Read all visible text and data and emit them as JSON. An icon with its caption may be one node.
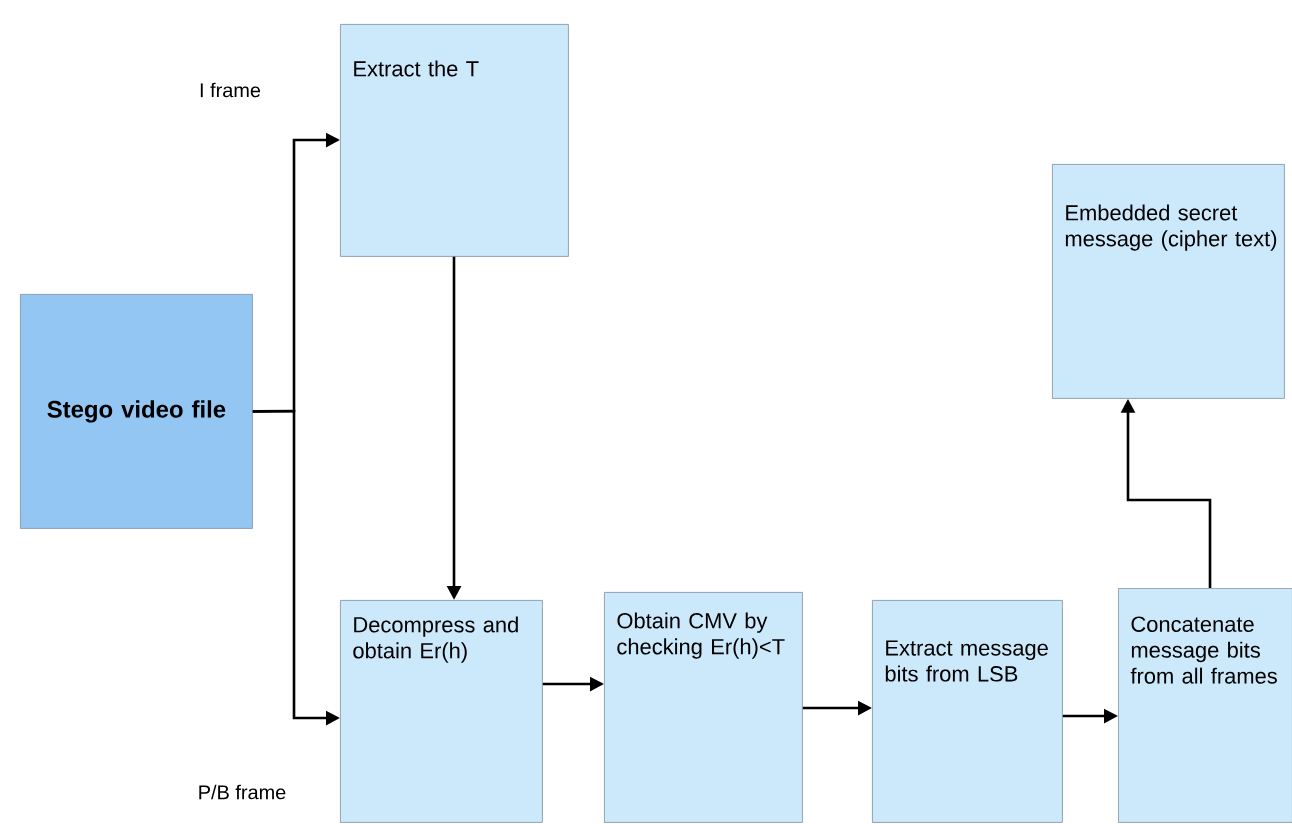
{
  "diagram": {
    "nodes": [
      {
        "text": [
          "Stego video file"
        ]
      },
      {
        "text": [
          "Extract the T"
        ]
      },
      {
        "text": [
          "Decompress and obtain Er(h)"
        ]
      },
      {
        "text": [
          "Obtain CMV by checking Er(h)<T"
        ]
      },
      {
        "text": [
          "Extract message bits from LSB"
        ]
      },
      {
        "text": [
          "Concatenate message bits from all frames"
        ]
      },
      {
        "text": [
          "Embedded secret message (cipher text)"
        ]
      }
    ],
    "edges": [
      {
        "from": 0,
        "to": 1,
        "arrow": "to"
      },
      {
        "from": 0,
        "to": 2,
        "arrow": "to"
      },
      {
        "from": 1,
        "to": 2,
        "arrow": "to"
      },
      {
        "from": 2,
        "to": 3,
        "arrow": "to"
      },
      {
        "from": 3,
        "to": 4,
        "arrow": "to"
      },
      {
        "from": 4,
        "to": 5,
        "arrow": "to"
      },
      {
        "from": 5,
        "to": 6,
        "arrow": "to"
      }
    ],
    "labels": [
      "I frame",
      "P/B frame"
    ]
  }
}
